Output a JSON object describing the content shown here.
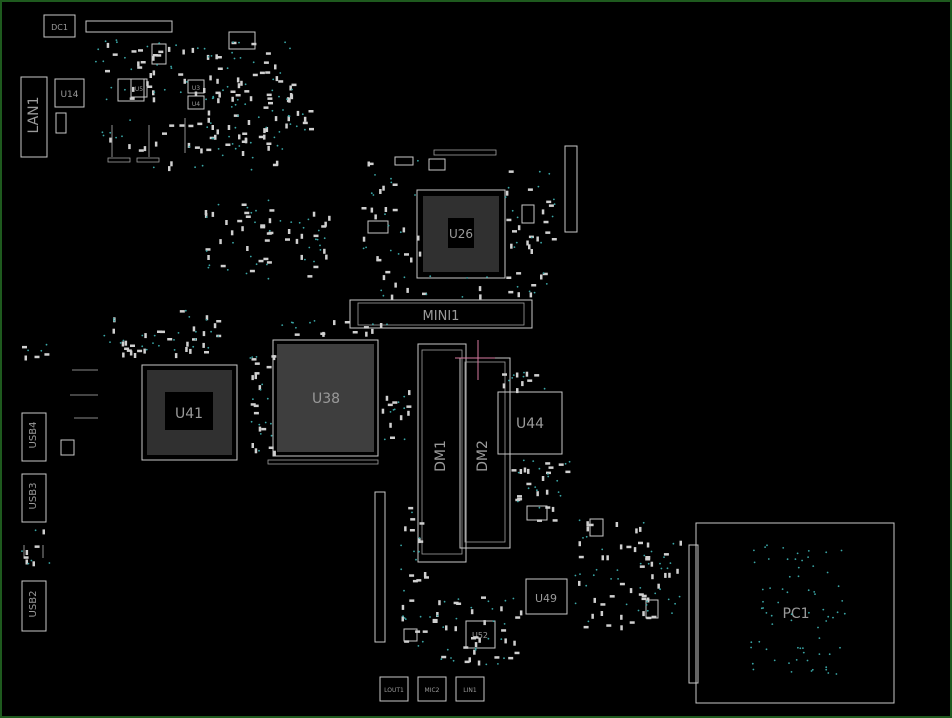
{
  "colors": {
    "background": "#000000",
    "frame": "#1e5a1e",
    "outline": "#c8c8c8",
    "label": "#9a9a9a",
    "via": "#3aa6a6"
  },
  "labels": {
    "dc1": "DC1",
    "u14": "U14",
    "lan1": "LAN1",
    "u3": "U3",
    "u4": "U4",
    "u5": "U5",
    "u26": "U26",
    "mini1": "MINI1",
    "u41": "U41",
    "u38": "U38",
    "dm1": "DM1",
    "dm2": "DM2",
    "u44": "U44",
    "usb4": "USB4",
    "usb3": "USB3",
    "usb2": "USB2",
    "u49": "U49",
    "u52": "U52",
    "pc1": "PC1",
    "lout1": "LOUT1",
    "mic2": "MIC2",
    "lin1": "LIN1"
  }
}
